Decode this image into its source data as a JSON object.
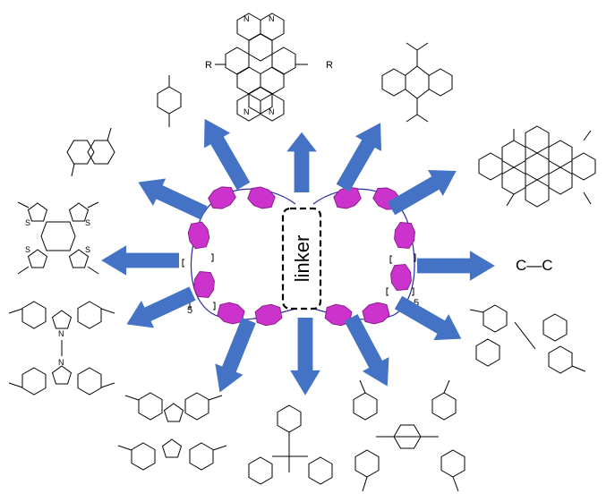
{
  "center": {
    "label": "linker"
  },
  "colors": {
    "arrow": "#4472C4",
    "ring": "#CC33CC",
    "line": "#000000"
  },
  "ring_subscripts": {
    "left": "5",
    "right": "5"
  },
  "substituent_label": "R",
  "linkers": {
    "top": {
      "left_label": "R",
      "right_label": "R"
    },
    "right": {
      "label": "C—C"
    }
  }
}
